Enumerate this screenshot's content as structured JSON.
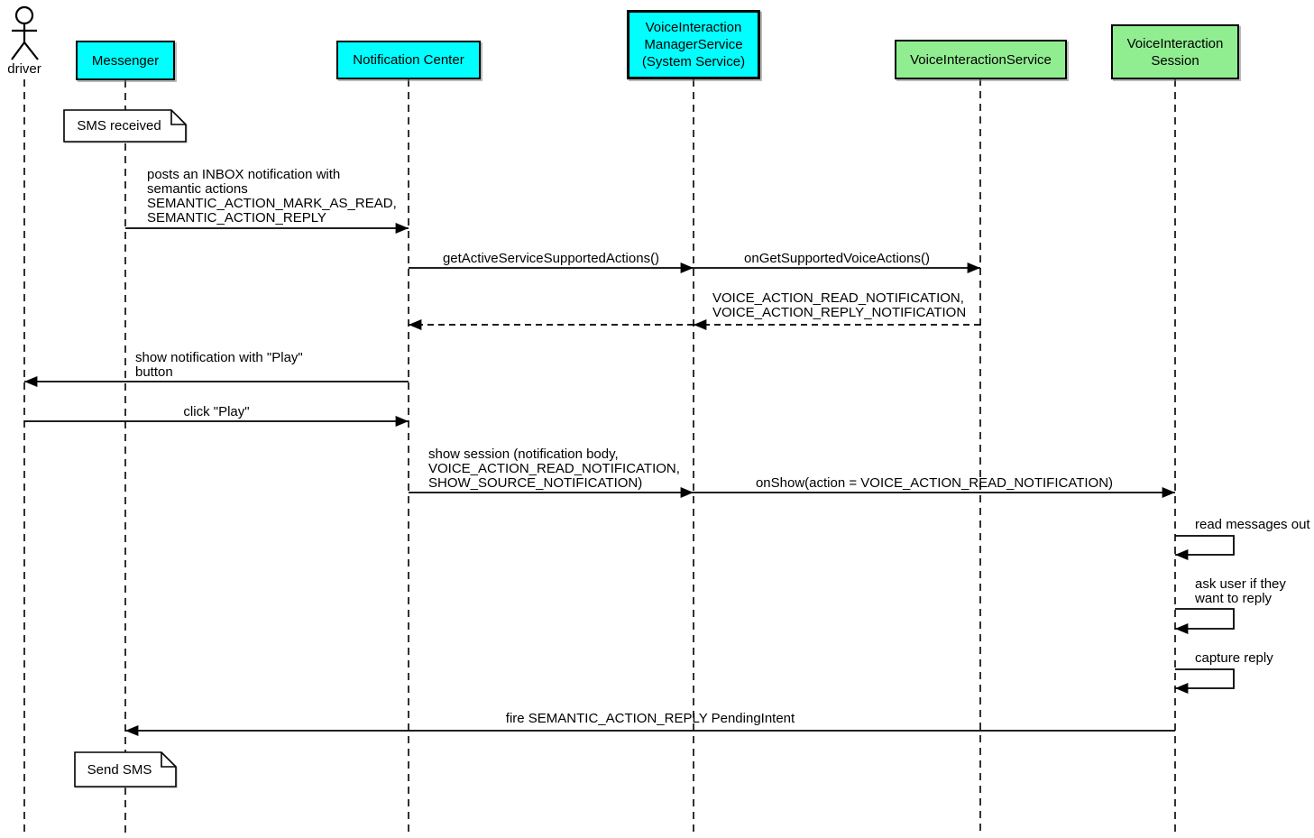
{
  "diagram_type": "uml-sequence-diagram",
  "colors": {
    "app_participant_fill": "#00ffff",
    "service_participant_fill": "#90ee90",
    "note_fill": "#ffffff",
    "line": "#000000",
    "background": "#ffffff"
  },
  "actor": {
    "label": "driver"
  },
  "participants": [
    {
      "id": "messenger",
      "label": "Messenger",
      "kind": "app"
    },
    {
      "id": "notification-center",
      "label": "Notification Center",
      "kind": "app"
    },
    {
      "id": "voice-interaction-manager-service",
      "label": "VoiceInteraction\nManagerService\n(System Service)",
      "kind": "app"
    },
    {
      "id": "voice-interaction-service",
      "label": "VoiceInteractionService",
      "kind": "service"
    },
    {
      "id": "voice-interaction-session",
      "label": "VoiceInteraction\nSession",
      "kind": "service"
    }
  ],
  "notes": [
    {
      "text": "SMS received",
      "anchor": "messenger"
    },
    {
      "text": "Send SMS",
      "anchor": "messenger"
    }
  ],
  "messages": [
    {
      "from": "messenger",
      "to": "notification-center",
      "style": "solid",
      "label": "posts an INBOX notification with\nsemantic actions\nSEMANTIC_ACTION_MARK_AS_READ,\nSEMANTIC_ACTION_REPLY"
    },
    {
      "from": "notification-center",
      "to": "voice-interaction-manager-service",
      "style": "solid",
      "label": "getActiveServiceSupportedActions()"
    },
    {
      "from": "voice-interaction-manager-service",
      "to": "voice-interaction-service",
      "style": "solid",
      "label": "onGetSupportedVoiceActions()"
    },
    {
      "from": "voice-interaction-service",
      "to": "notification-center",
      "style": "dashed-return",
      "label": "VOICE_ACTION_READ_NOTIFICATION,\nVOICE_ACTION_REPLY_NOTIFICATION"
    },
    {
      "from": "notification-center",
      "to": "driver",
      "style": "solid",
      "label": "show notification with \"Play\"\nbutton"
    },
    {
      "from": "driver",
      "to": "notification-center",
      "style": "solid",
      "label": "click \"Play\""
    },
    {
      "from": "notification-center",
      "to": "voice-interaction-manager-service",
      "style": "solid",
      "label": "show session (notification body,\nVOICE_ACTION_READ_NOTIFICATION,\nSHOW_SOURCE_NOTIFICATION)"
    },
    {
      "from": "voice-interaction-manager-service",
      "to": "voice-interaction-session",
      "style": "solid",
      "label": "onShow(action = VOICE_ACTION_READ_NOTIFICATION)"
    },
    {
      "from": "voice-interaction-session",
      "to": "voice-interaction-session",
      "style": "self",
      "label": "read messages out"
    },
    {
      "from": "voice-interaction-session",
      "to": "voice-interaction-session",
      "style": "self",
      "label": "ask user if they\nwant to reply"
    },
    {
      "from": "voice-interaction-session",
      "to": "voice-interaction-session",
      "style": "self",
      "label": "capture reply"
    },
    {
      "from": "voice-interaction-session",
      "to": "messenger",
      "style": "solid",
      "label": "fire SEMANTIC_ACTION_REPLY PendingIntent"
    }
  ]
}
